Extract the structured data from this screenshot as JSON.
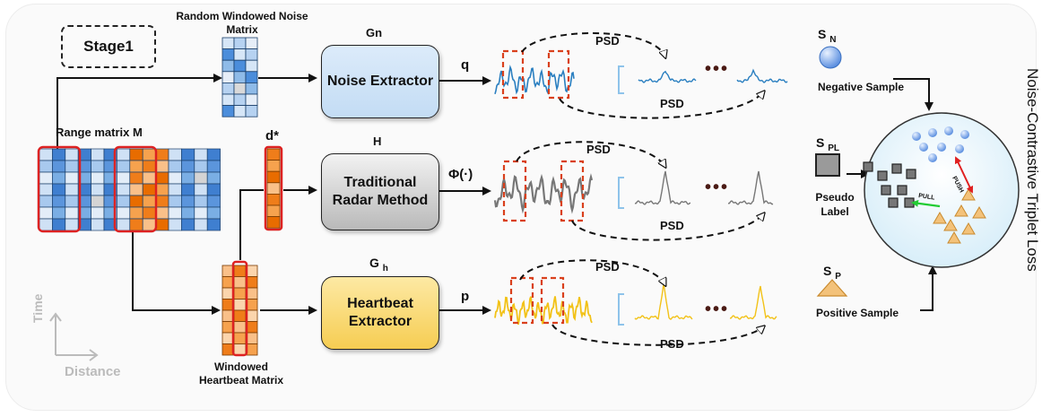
{
  "stage_label": "Stage1",
  "matrices": {
    "noise_title": "Random Windowed Noise Matrix",
    "range_title": "Range matrix M",
    "heartbeat_title": "Windowed Heartbeat Matrix",
    "d_star": "d*"
  },
  "modules": {
    "noise": {
      "symbol": "Gn",
      "label": "Noise Extractor",
      "output": "q"
    },
    "radar": {
      "symbol": "H",
      "label": "Traditional Radar Method",
      "output": "Φ(·)"
    },
    "heartbeat": {
      "symbol": "Gh",
      "label": "Heartbeat Extractor",
      "output": "p"
    }
  },
  "psd_label": "PSD",
  "ellipsis": "•••",
  "samples": {
    "negative": {
      "symbol": "SN",
      "label": "Negative Sample"
    },
    "pseudo": {
      "symbol": "SPL",
      "label": "Pseudo Label"
    },
    "positive": {
      "symbol": "SP",
      "label": "Positive Sample"
    }
  },
  "loss": {
    "title": "Noise-Contrastive Triplet Loss",
    "push": "PUSH",
    "pull": "PULL"
  },
  "axes": {
    "time": "Time",
    "distance": "Distance"
  },
  "colors": {
    "noise": "#2a7fc0",
    "radar": "#777777",
    "heartbeat": "#f2c218",
    "dashed_window": "#d9401c",
    "highlight_border": "#dd2222",
    "push_arrow": "#e02020",
    "pull_arrow": "#22cc33"
  }
}
